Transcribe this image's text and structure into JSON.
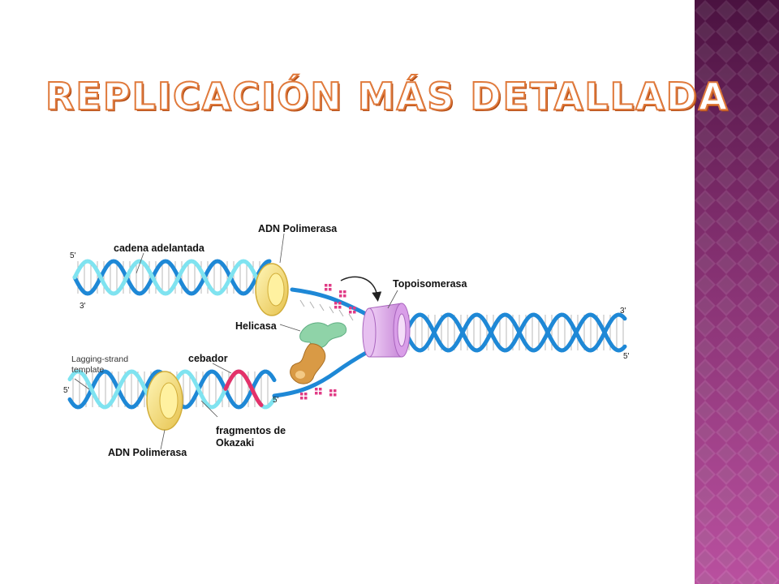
{
  "title": "Replicación más detallada",
  "colors": {
    "title_fill": "#ffffff",
    "title_outline": "#e07a3c",
    "strand_blue": "#1e88d6",
    "strand_cyan": "#7fe3f0",
    "primer_red": "#e4326a",
    "polymerase_yellow": "#f6df7a",
    "helicase_green": "#8fd3a8",
    "primase_orange": "#d99a45",
    "topoisomerase_violet": "#dca8ea",
    "nucleotide_pink": "#e03c86",
    "panel_dark": "#4a1240",
    "panel_light": "#b9509f"
  },
  "labels": {
    "polymerase_top": "ADN Polimerasa",
    "leading_strand": "cadena adelantada",
    "topoisomerase": "Topoisomerasa",
    "helicase": "Helicasa",
    "primer": "cebador",
    "lagging_template_line1": "Lagging-strand",
    "lagging_template_line2": "template",
    "okazaki_line1": "fragmentos de",
    "okazaki_line2": "Okazaki",
    "polymerase_bottom": "ADN Polimerasa"
  },
  "ends": {
    "top_left_5": "5'",
    "top_left_3": "3'",
    "right_3": "3'",
    "right_5": "5'",
    "bottom_left_5": "5'",
    "fork_5": "5'"
  }
}
